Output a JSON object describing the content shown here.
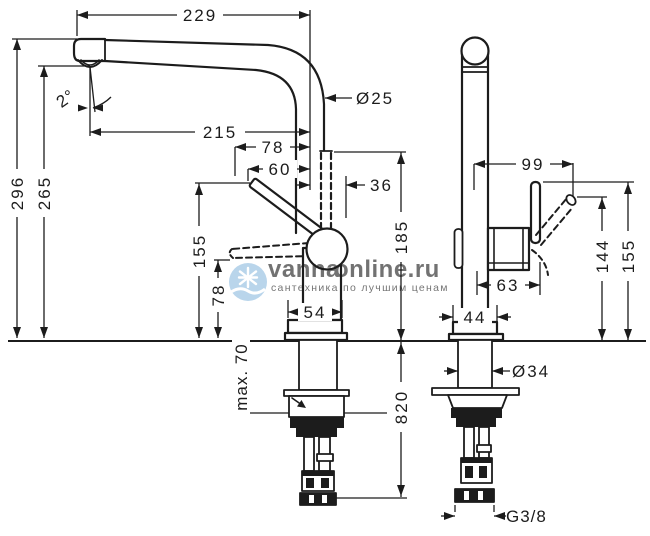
{
  "drawing": {
    "type": "kitchen-faucet-technical-drawing",
    "views": {
      "side": "side view",
      "front": "front view"
    }
  },
  "dims": {
    "side": {
      "spout_reach": "229",
      "total_height": "296",
      "outlet_height": "265",
      "spout_angle": "2°",
      "outlet_projection": "215",
      "handle_back_reach": "78",
      "handle_top_reach": "60",
      "spout_diameter": "Ø25",
      "front_offset": "36",
      "column_height": "185",
      "handle_tip_height": "155",
      "handle_low_height": "78",
      "base_width": "54",
      "max_counter_thickness": "max. 70",
      "hose_length": "820"
    },
    "front": {
      "handle_offset": "99",
      "handle_side_reach": "63",
      "base_width": "44",
      "handle_pivot_height": "144",
      "handle_tip_height": "155",
      "shank_diameter": "Ø34",
      "connection_thread": "G3/8"
    }
  },
  "watermark": {
    "brand_first": "vanna",
    "brand_second": "online.ru",
    "tagline": "сантехника по лучшим ценам",
    "color_primary": "#93bedf",
    "color_secondary": "#efa99e"
  }
}
